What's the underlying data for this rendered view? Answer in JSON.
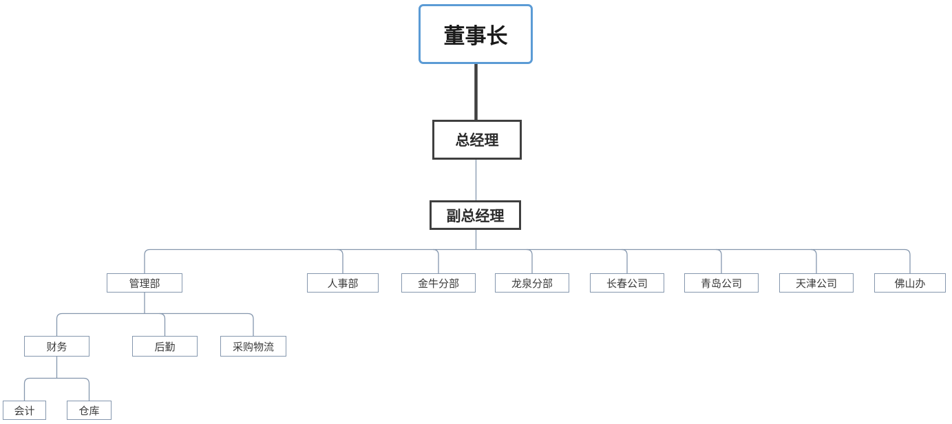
{
  "colors": {
    "accent_blue": "#5b9bd5",
    "dark_border": "#3f3f3f",
    "thick_connector": "#404040",
    "connector_line": "#8496ad",
    "node_border": "#8496ad",
    "node_text": "#3a3a3a",
    "heading_text": "#1a1a1a"
  },
  "diagram": {
    "type": "org-chart",
    "root": {
      "label": "董事长",
      "children": [
        {
          "label": "总经理",
          "children": [
            {
              "label": "副总经理",
              "children": [
                {
                  "label": "管理部",
                  "children": [
                    {
                      "label": "财务",
                      "children": [
                        {
                          "label": "会计"
                        },
                        {
                          "label": "仓库"
                        }
                      ]
                    },
                    {
                      "label": "后勤"
                    },
                    {
                      "label": "采购物流"
                    }
                  ]
                },
                {
                  "label": "人事部"
                },
                {
                  "label": "金牛分部"
                },
                {
                  "label": "龙泉分部"
                },
                {
                  "label": "长春公司"
                },
                {
                  "label": "青岛公司"
                },
                {
                  "label": "天津公司"
                },
                {
                  "label": "佛山办"
                }
              ]
            }
          ]
        }
      ]
    }
  }
}
